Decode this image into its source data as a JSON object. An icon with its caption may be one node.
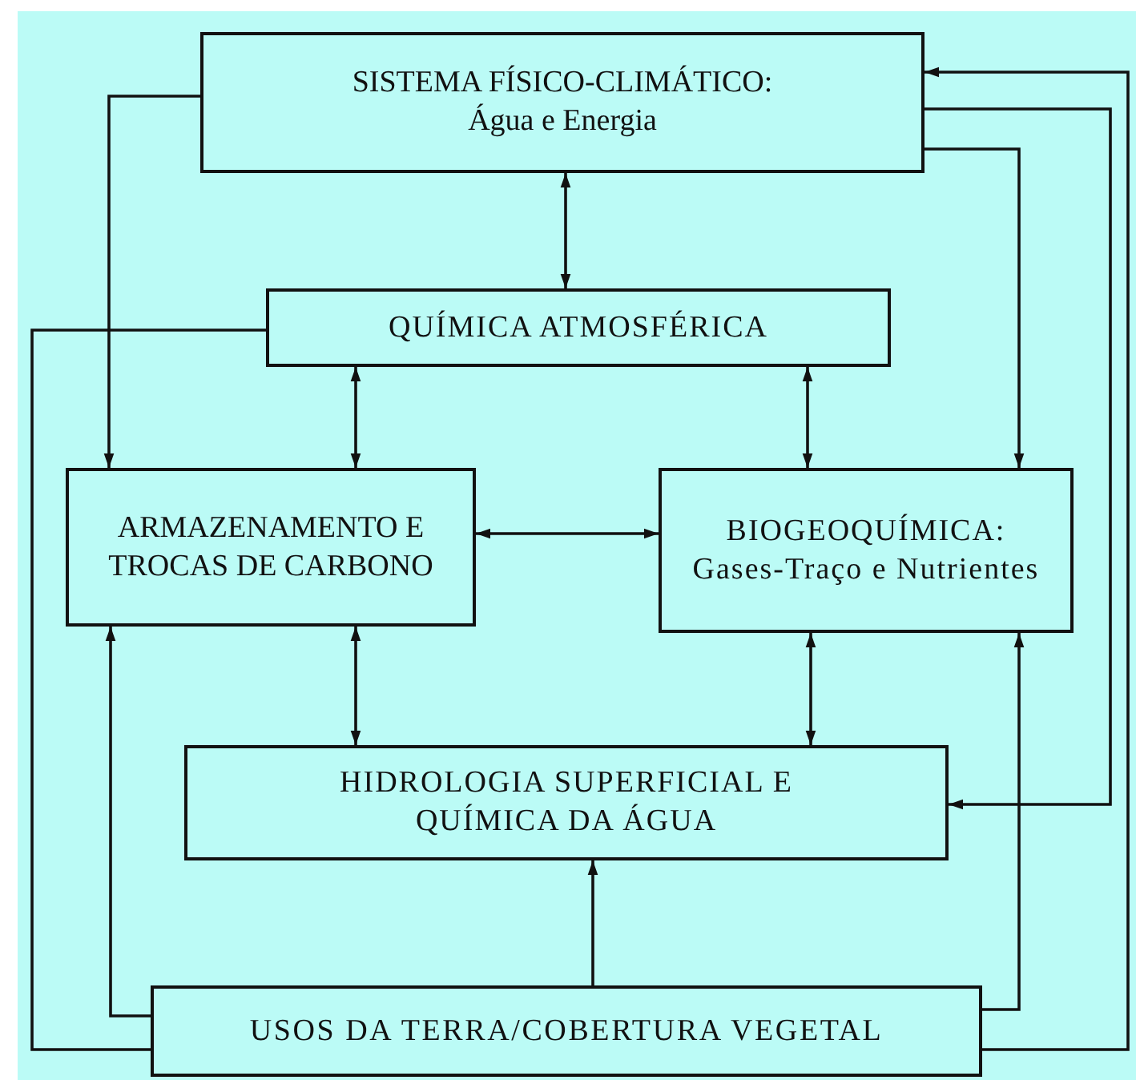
{
  "diagram": {
    "nodes": [
      {
        "text": [
          "SISTEMA FÍSICO-CLIMÁTICO:",
          "Água e Energia"
        ]
      },
      {
        "text": [
          "QUÍMICA ATMOSFÉRICA"
        ]
      },
      {
        "text": [
          "ARMAZENAMENTO E TROCAS DE CARBONO"
        ]
      },
      {
        "text": [
          "BIOGEOQUÍMICA:",
          "Gases-Traço e Nutrientes"
        ]
      },
      {
        "text": [
          "HIDROLOGIA SUPERFICIAL E QUÍMICA DA ÁGUA"
        ]
      },
      {
        "text": [
          "USOS DA TERRA/COBERTURA VEGETAL"
        ]
      }
    ],
    "edges": [
      {
        "from": 0,
        "to": 1,
        "arrow": "both"
      },
      {
        "from": 0,
        "to": 2,
        "arrow": "to"
      },
      {
        "from": 0,
        "to": 3,
        "arrow": "to"
      },
      {
        "from": 0,
        "to": 4,
        "arrow": "to"
      },
      {
        "from": 5,
        "to": 0,
        "arrow": "to"
      },
      {
        "from": 1,
        "to": 5,
        "arrow": "none"
      },
      {
        "from": 1,
        "to": 2,
        "arrow": "both"
      },
      {
        "from": 1,
        "to": 3,
        "arrow": "both"
      },
      {
        "from": 2,
        "to": 3,
        "arrow": "both"
      },
      {
        "from": 2,
        "to": 4,
        "arrow": "both"
      },
      {
        "from": 3,
        "to": 4,
        "arrow": "both"
      },
      {
        "from": 5,
        "to": 2,
        "arrow": "to"
      },
      {
        "from": 5,
        "to": 4,
        "arrow": "to"
      },
      {
        "from": 5,
        "to": 3,
        "arrow": "to"
      }
    ]
  }
}
